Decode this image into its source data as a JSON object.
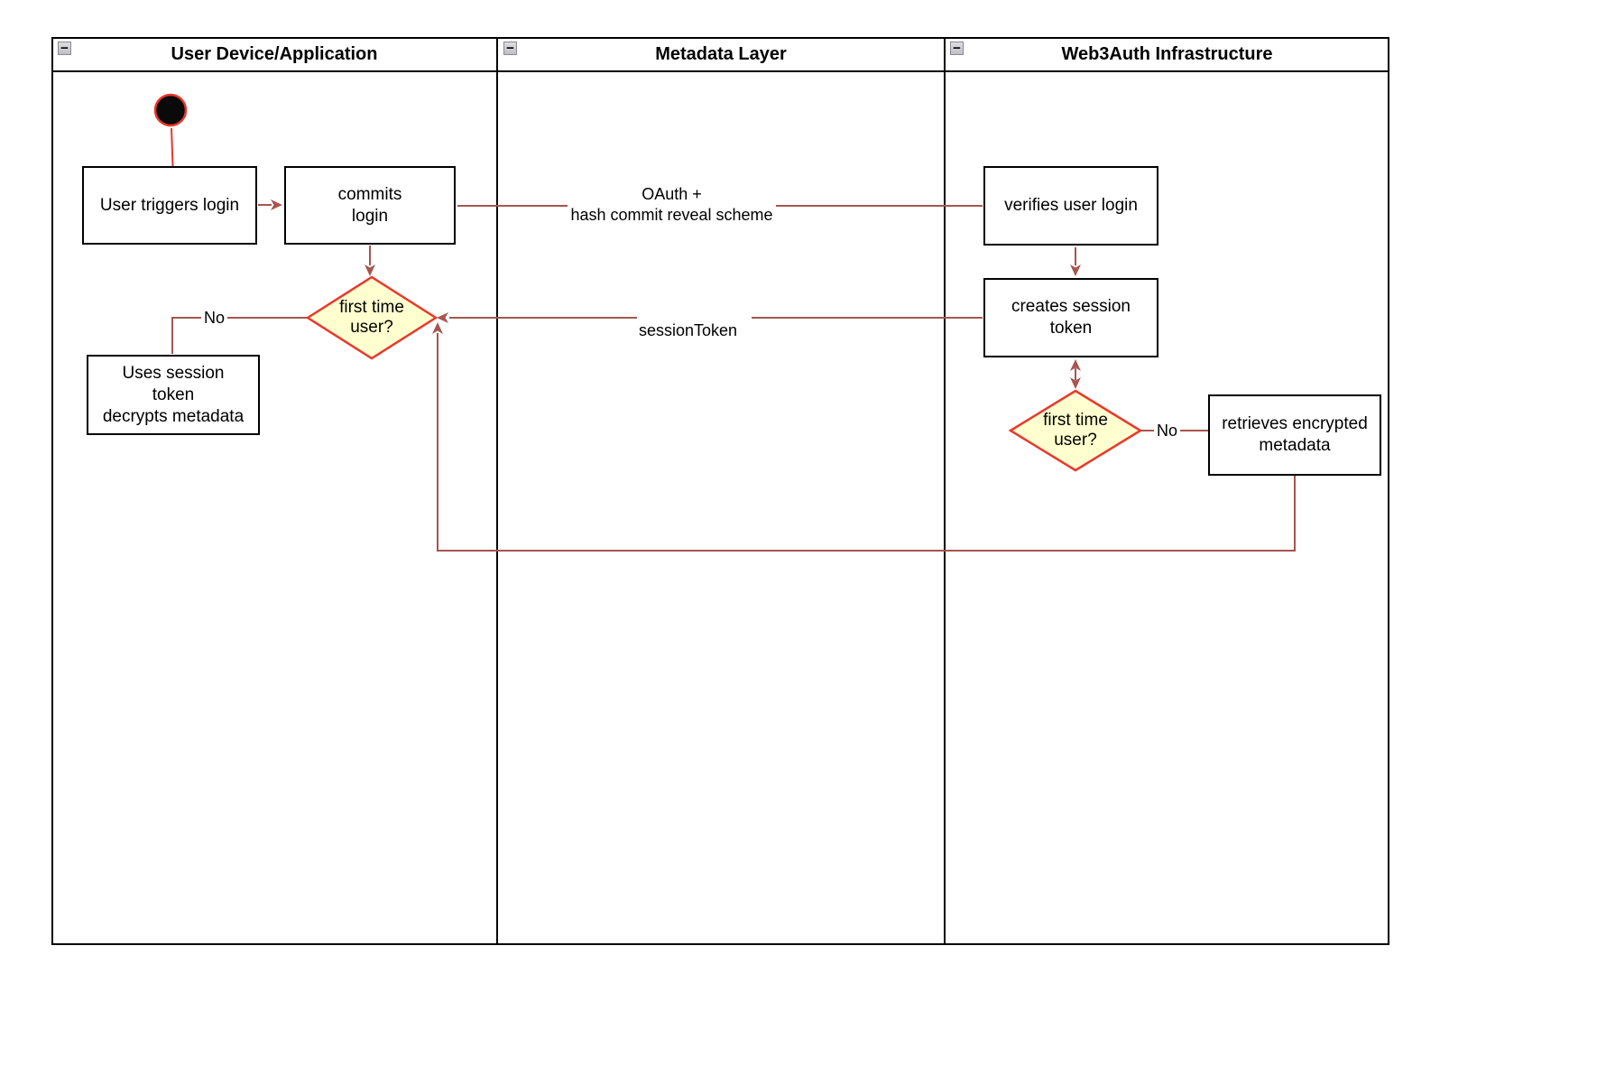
{
  "diagram": {
    "kind": "swimlane activity diagram",
    "colors": {
      "connector": "#a6554f",
      "accent_red": "#ea382b",
      "decision_fill": "#ffffcf",
      "node_border": "#000000",
      "background": "#ffffff"
    }
  },
  "icons": {
    "collapse_glyph": "−"
  },
  "lanes": [
    {
      "title": "User Device/Application"
    },
    {
      "title": "Metadata Layer"
    },
    {
      "title": "Web3Auth Infrastructure"
    }
  ],
  "nodes": {
    "user_triggers_login": {
      "label": "User triggers login"
    },
    "commits_login": {
      "label": "commits\nlogin"
    },
    "first_time_user_left": {
      "label": "first time\nuser?"
    },
    "uses_session_token": {
      "label": "Uses session\ntoken\ndecrypts metadata"
    },
    "verifies_user_login": {
      "label": "verifies user login"
    },
    "creates_session_token": {
      "label": "creates session\ntoken"
    },
    "first_time_user_right": {
      "label": "first time\nuser?"
    },
    "retrieves_encrypted_metadata": {
      "label": "retrieves encrypted\nmetadata"
    }
  },
  "edge_labels": {
    "oauth": "OAuth +\nhash commit reveal scheme",
    "session_token": "sessionToken",
    "no_left": "No",
    "no_right": "No"
  }
}
